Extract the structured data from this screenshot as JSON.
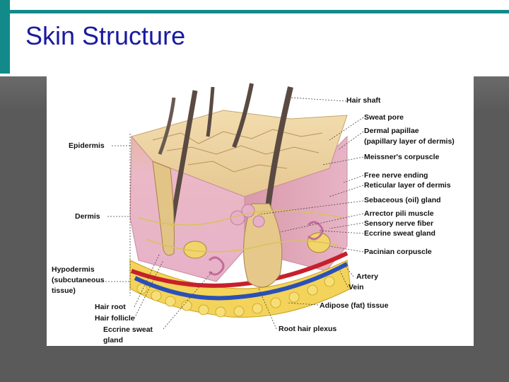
{
  "slide": {
    "title": "Skin Structure",
    "colors": {
      "accent": "#138a8a",
      "title": "#1a1aa0",
      "background": "#5a5a5a"
    }
  },
  "diagram": {
    "left_labels": {
      "epidermis": "Epidermis",
      "dermis": "Dermis",
      "hypodermis": [
        "Hypodermis",
        "(subcutaneous",
        "tissue)"
      ],
      "hair_root": "Hair root",
      "hair_follicle": "Hair follicle",
      "eccrine_gland": [
        "Eccrine sweat",
        "gland"
      ]
    },
    "right_labels": {
      "hair_shaft": "Hair shaft",
      "sweat_pore": "Sweat pore",
      "dermal_papillae": [
        "Dermal papillae",
        "(papillary layer of dermis)"
      ],
      "meissners": "Meissner's corpuscle",
      "free_nerve": "Free nerve ending",
      "reticular": "Reticular layer of dermis",
      "sebaceous": "Sebaceous (oil) gland",
      "arrector": "Arrector pili muscle",
      "sensory_nerve": "Sensory nerve fiber",
      "eccrine_right": "Eccrine sweat gland",
      "pacinian": "Pacinian corpuscle",
      "artery": "Artery",
      "vein": "Vein",
      "adipose": "Adipose (fat) tissue",
      "root_plexus": "Root hair plexus"
    }
  }
}
